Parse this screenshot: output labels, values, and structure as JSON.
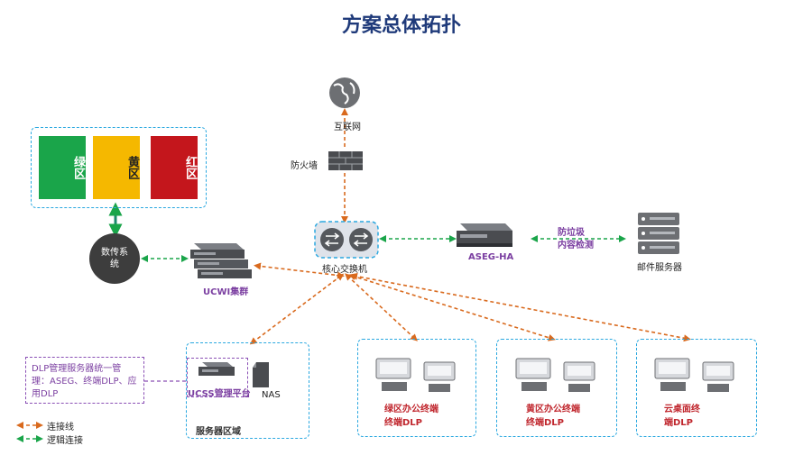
{
  "title": "方案总体拓扑",
  "nodes": {
    "internet": "互联网",
    "firewall": "防火墙",
    "core_switch": "核心交换机",
    "aseg_ha": "ASEG-HA",
    "anti_spam": "防垃圾\n内容检测",
    "mail_server": "邮件服务器",
    "data_transfer": "数传系统",
    "ucwi": "UCWI集群",
    "ucss": "UCSS管理平台",
    "nas": "NAS",
    "server_area": "服务器区域"
  },
  "zones": [
    {
      "name": "绿区",
      "color": "#1aa54a"
    },
    {
      "name": "黄区",
      "color": "#f5b800"
    },
    {
      "name": "红区",
      "color": "#c4161c"
    }
  ],
  "dlp_note": "DLP管理服务器统一管理：ASEG、终端DLP、应用DLP",
  "terminal_groups": [
    {
      "label": "绿区办公终端终端DLP"
    },
    {
      "label": "黄区办公终端终端DLP"
    },
    {
      "label": "云桌面终端DLP"
    }
  ],
  "legend": {
    "connection": "连接线",
    "logical": "逻辑连接"
  },
  "colors": {
    "connection": "#d96a1e",
    "logical": "#1aa54a",
    "dashed_box": "#2aa8e0",
    "purple": "#7b3fa1",
    "title": "#1f3a7a"
  }
}
